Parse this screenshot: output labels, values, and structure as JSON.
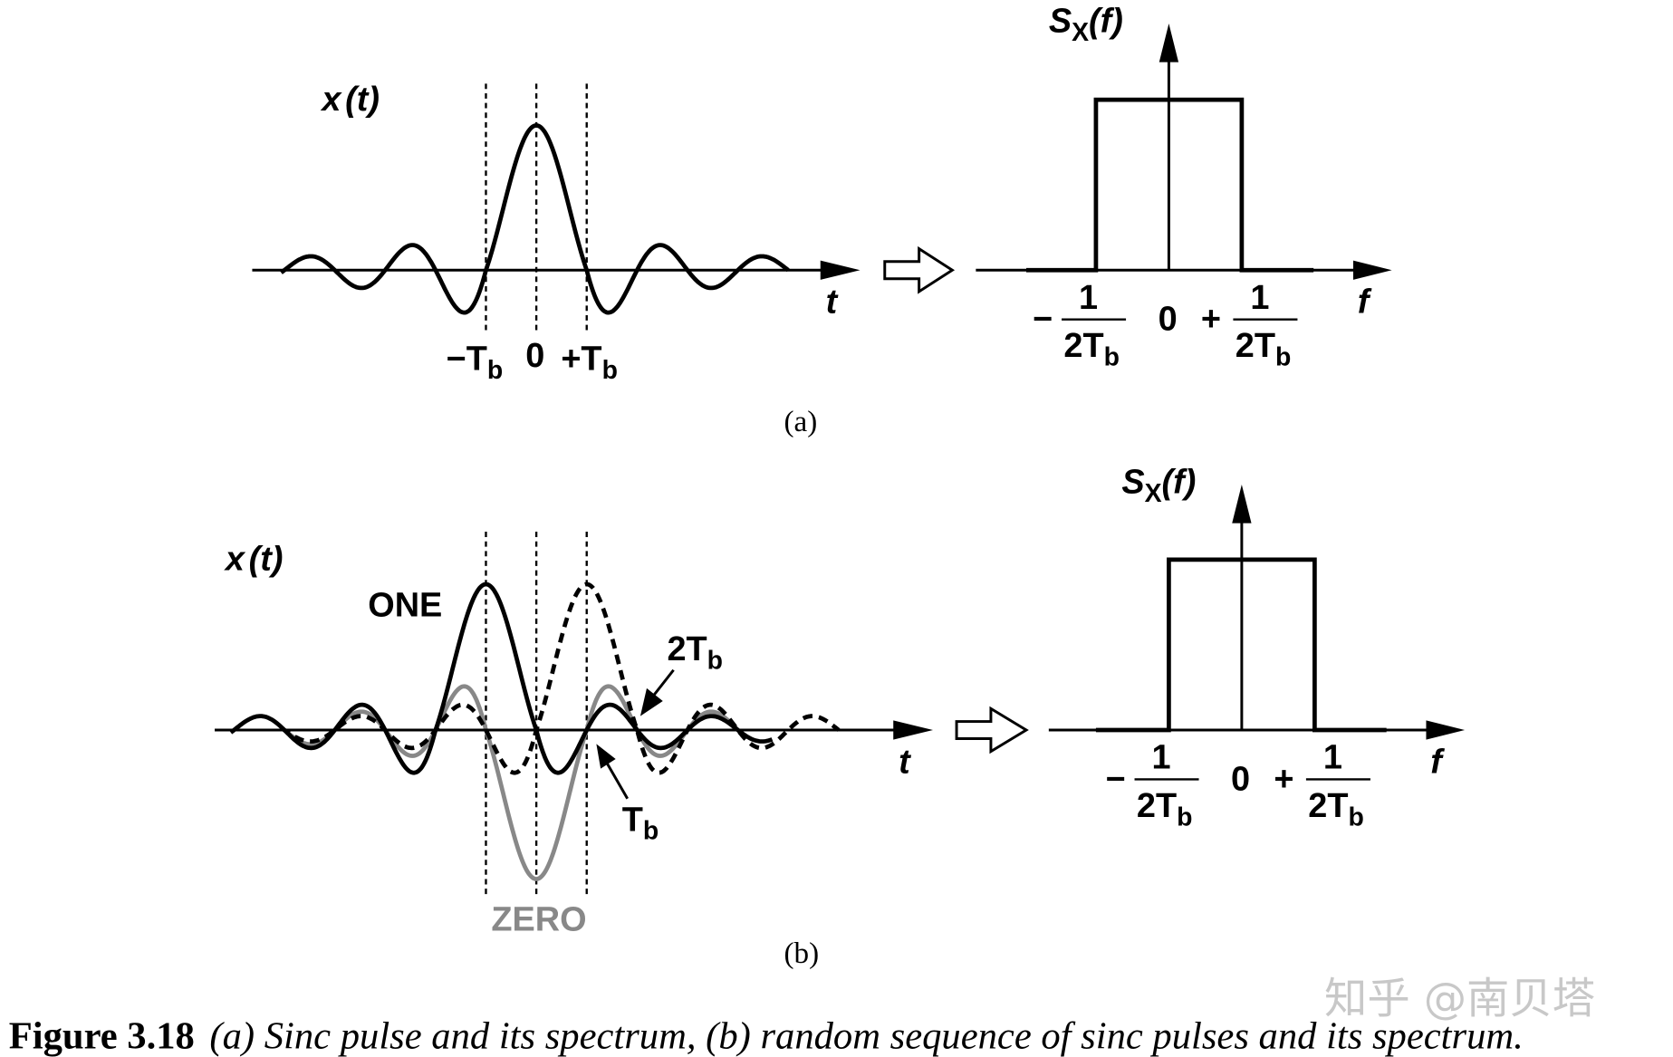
{
  "panel_a": {
    "y_label": "x",
    "y_label_arg": "(t)",
    "x_label": "t",
    "tick_minus": "−T",
    "tick_zero": "0",
    "tick_plus": "+T",
    "tick_sub": "b",
    "spectrum": {
      "y_label": "S",
      "y_sub": "X",
      "y_arg": "(f)",
      "x_label": "f",
      "neg_sign": "−",
      "pos_sign": "+",
      "zero": "0",
      "num": "1",
      "den": "2T",
      "den_sub": "b"
    },
    "caption": "(a)"
  },
  "panel_b": {
    "y_label": "x",
    "y_label_arg": "(t)",
    "x_label": "t",
    "one_label": "ONE",
    "zero_label": "ZERO",
    "twotb_label": "2T",
    "tb_label": "T",
    "sub": "b",
    "spectrum": {
      "y_label": "S",
      "y_sub": "X",
      "y_arg": "(f)",
      "x_label": "f",
      "neg_sign": "−",
      "pos_sign": "+",
      "zero": "0",
      "num": "1",
      "den": "2T",
      "den_sub": "b"
    },
    "caption": "(b)"
  },
  "caption": {
    "number": "Figure 3.18",
    "text": "(a) Sinc pulse and its spectrum, (b) random sequence of sinc pulses and its spectrum."
  },
  "watermark": "知乎 @南贝塔",
  "colors": {
    "zero_curve": "#888888",
    "line": "#000000"
  }
}
